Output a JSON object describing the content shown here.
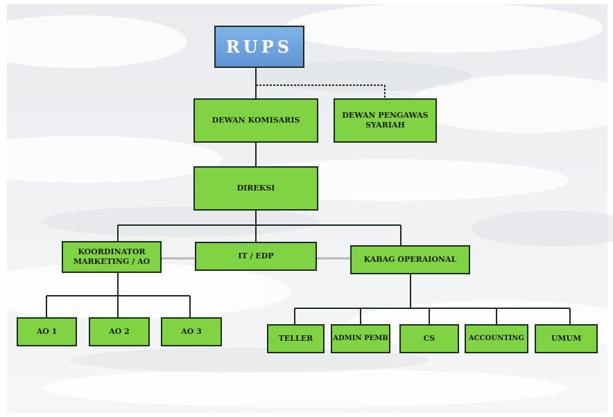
{
  "colors": {
    "node_fill": "#80d444",
    "top_fill": "#6fa4de",
    "line": "#1f2a1f"
  },
  "nodes": {
    "rups": "RUPS",
    "dewan_komisaris": "DEWAN KOMISARIS",
    "dewan_pengawas": "DEWAN PENGAWAS\nSYARIAH",
    "direksi": "DIREKSI",
    "koordinator": "KOORDINATOR\nMARKETING / AO",
    "it_edp": "IT / EDP",
    "kabag": "KABAG OPERAIONAL",
    "ao1": "AO 1",
    "ao2": "AO 2",
    "ao3": "AO 3",
    "teller": "TELLER",
    "admin_pemb": "ADMIN PEMB",
    "cs": "CS",
    "accounting": "ACCOUNTING",
    "umum": "UMUM"
  }
}
